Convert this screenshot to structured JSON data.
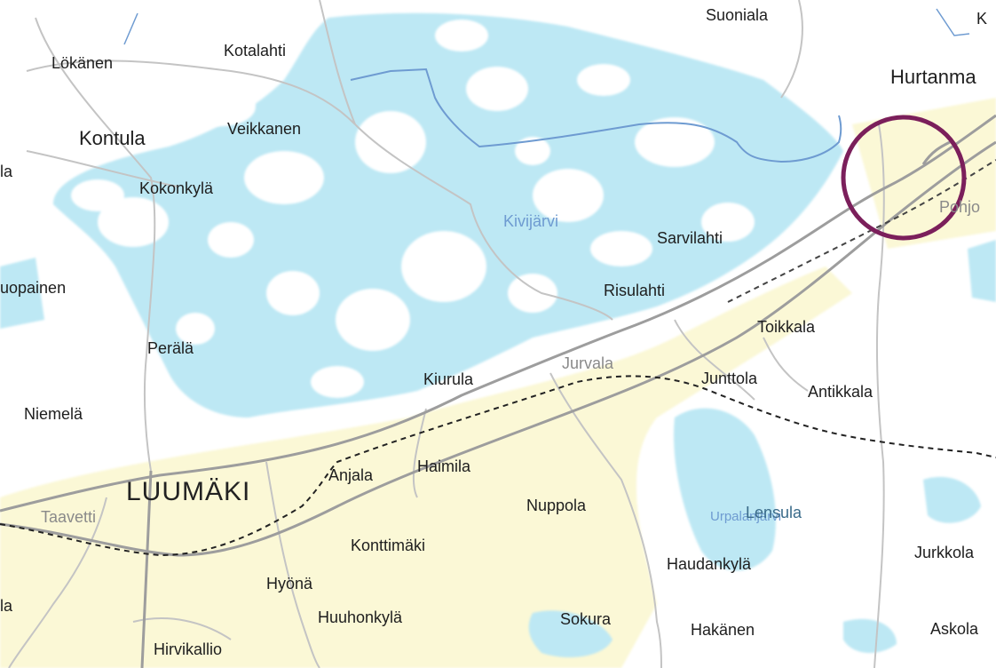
{
  "map": {
    "labels": {
      "suoniala": "Suoniala",
      "k_edge": "K",
      "lokanen": "Lökänen",
      "kotalahti": "Kotalahti",
      "hurtanma": "Hurtanma",
      "kontula": "Kontula",
      "veikkanen": "Veikkanen",
      "la_left1": "la",
      "kokonkyla": "Kokonkylä",
      "kivijarvi": "Kivijärvi",
      "pohjo": "Pohjo",
      "sarvilahti": "Sarvilahti",
      "uopainen": "uopainen",
      "risulahti": "Risulahti",
      "toikkala": "Toikkala",
      "perala": "Perälä",
      "jurvala": "Jurvala",
      "kiurula": "Kiurula",
      "junttola": "Junttola",
      "antikkala": "Antikkala",
      "niemela": "Niemelä",
      "anjala": "Anjala",
      "haimila": "Haimila",
      "luumaki": "LUUMÄKI",
      "taavetti": "Taavetti",
      "nuppola": "Nuppola",
      "lensula": "Lensula",
      "urpalanjarvi": "Urpalanjärvi",
      "konttimaki": "Konttimäki",
      "jurkkola": "Jurkkola",
      "haudankyla": "Haudankylä",
      "hyona": "Hyönä",
      "la_left2": "la",
      "huuhonkyla": "Huuhonkylä",
      "sokura": "Sokura",
      "hakanen": "Hakänen",
      "askola": "Askola",
      "hirvikallio": "Hirvikallio"
    },
    "colors": {
      "water": "#bde8f4",
      "field": "#fbf8d6",
      "road_major": "#9d9d9d",
      "road_minor": "#c4c4c4",
      "river": "#6e9bd1",
      "border": "#222222",
      "highlight": "#7b1f5b"
    },
    "highlight_marker": "circle-marker"
  }
}
